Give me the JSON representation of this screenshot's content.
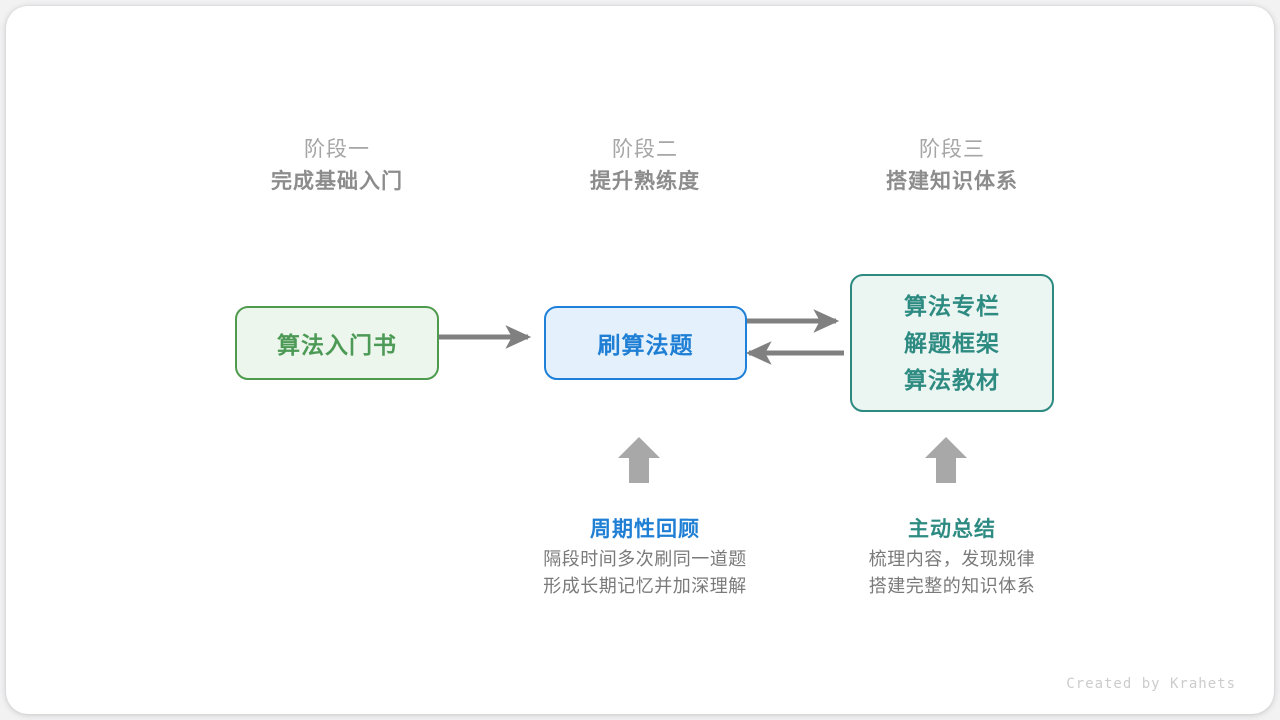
{
  "watermark": "Created by Krahets",
  "colors": {
    "green": "#4c9a56",
    "blue": "#1f7fd4",
    "teal": "#2e8b82",
    "gray_arrow": "#808080",
    "gray_text": "#7a7a7a",
    "header_light": "#a6a6a6",
    "header_bold": "#8c8c8c"
  },
  "stages": [
    {
      "index_label": "阶段一",
      "goal_label": "完成基础入门"
    },
    {
      "index_label": "阶段二",
      "goal_label": "提升熟练度"
    },
    {
      "index_label": "阶段三",
      "goal_label": "搭建知识体系"
    }
  ],
  "boxes": {
    "book": {
      "label": "算法入门书"
    },
    "practice": {
      "label": "刷算法题"
    },
    "knowledge": {
      "line1": "算法专栏",
      "line2": "解题框架",
      "line3": "算法教材"
    }
  },
  "notes": [
    {
      "title": "周期性回顾",
      "line1": "隔段时间多次刷同一道题",
      "line2": "形成长期记忆并加深理解"
    },
    {
      "title": "主动总结",
      "line1": "梳理内容，发现规律",
      "line2": "搭建完整的知识体系"
    }
  ]
}
